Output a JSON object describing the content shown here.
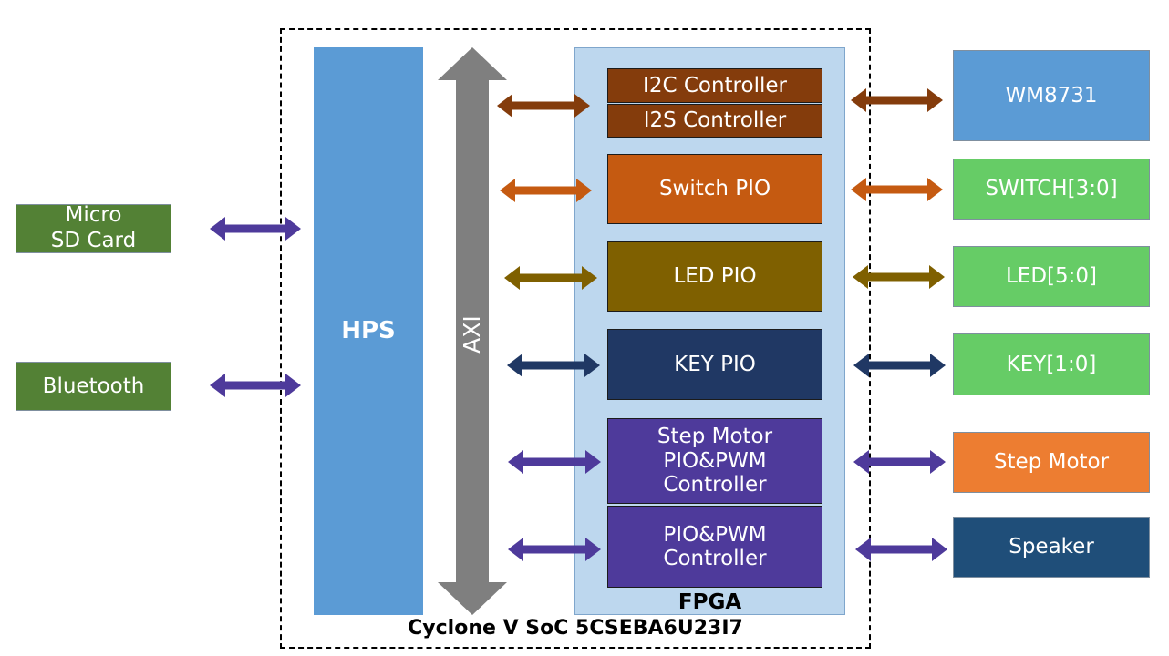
{
  "soc": {
    "label": "Cyclone V SoC 5CSEBA6U23I7"
  },
  "hps": {
    "label": "HPS",
    "color": "#5b9bd5"
  },
  "axi": {
    "label": "AXI",
    "color": "#7f7f7f"
  },
  "fpga": {
    "label": "FPGA",
    "color": "#bdd7ee"
  },
  "left_devices": [
    {
      "id": "sd",
      "label": "Micro\nSD Card",
      "color": "#538135"
    },
    {
      "id": "bt",
      "label": "Bluetooth",
      "color": "#538135"
    }
  ],
  "controllers": [
    {
      "id": "i2c",
      "label": "I2C Controller",
      "color": "#843c0c"
    },
    {
      "id": "i2s",
      "label": "I2S Controller",
      "color": "#843c0c"
    },
    {
      "id": "switch",
      "label": "Switch PIO",
      "color": "#c55a11"
    },
    {
      "id": "led",
      "label": "LED PIO",
      "color": "#7f6000"
    },
    {
      "id": "key",
      "label": "KEY PIO",
      "color": "#203864"
    },
    {
      "id": "step",
      "label": "Step Motor\nPIO&PWM\nController",
      "color": "#4e3a9b"
    },
    {
      "id": "pwm",
      "label": "PIO&PWM\nController",
      "color": "#4e3a9b"
    }
  ],
  "peripherals": [
    {
      "id": "wm",
      "label": "WM8731",
      "color": "#5b9bd5"
    },
    {
      "id": "sw",
      "label": "SWITCH[3:0]",
      "color": "#66cc66"
    },
    {
      "id": "ledx",
      "label": "LED[5:0]",
      "color": "#66cc66"
    },
    {
      "id": "keyx",
      "label": "KEY[1:0]",
      "color": "#66cc66"
    },
    {
      "id": "motor",
      "label": "Step Motor",
      "color": "#ed7d31"
    },
    {
      "id": "spk",
      "label": "Speaker",
      "color": "#1f4e79"
    }
  ],
  "arrow_colors": {
    "purple": "#4e3a9b",
    "brown": "#843c0c",
    "orange": "#c55a11",
    "olive": "#7f6000",
    "navy": "#203864"
  }
}
